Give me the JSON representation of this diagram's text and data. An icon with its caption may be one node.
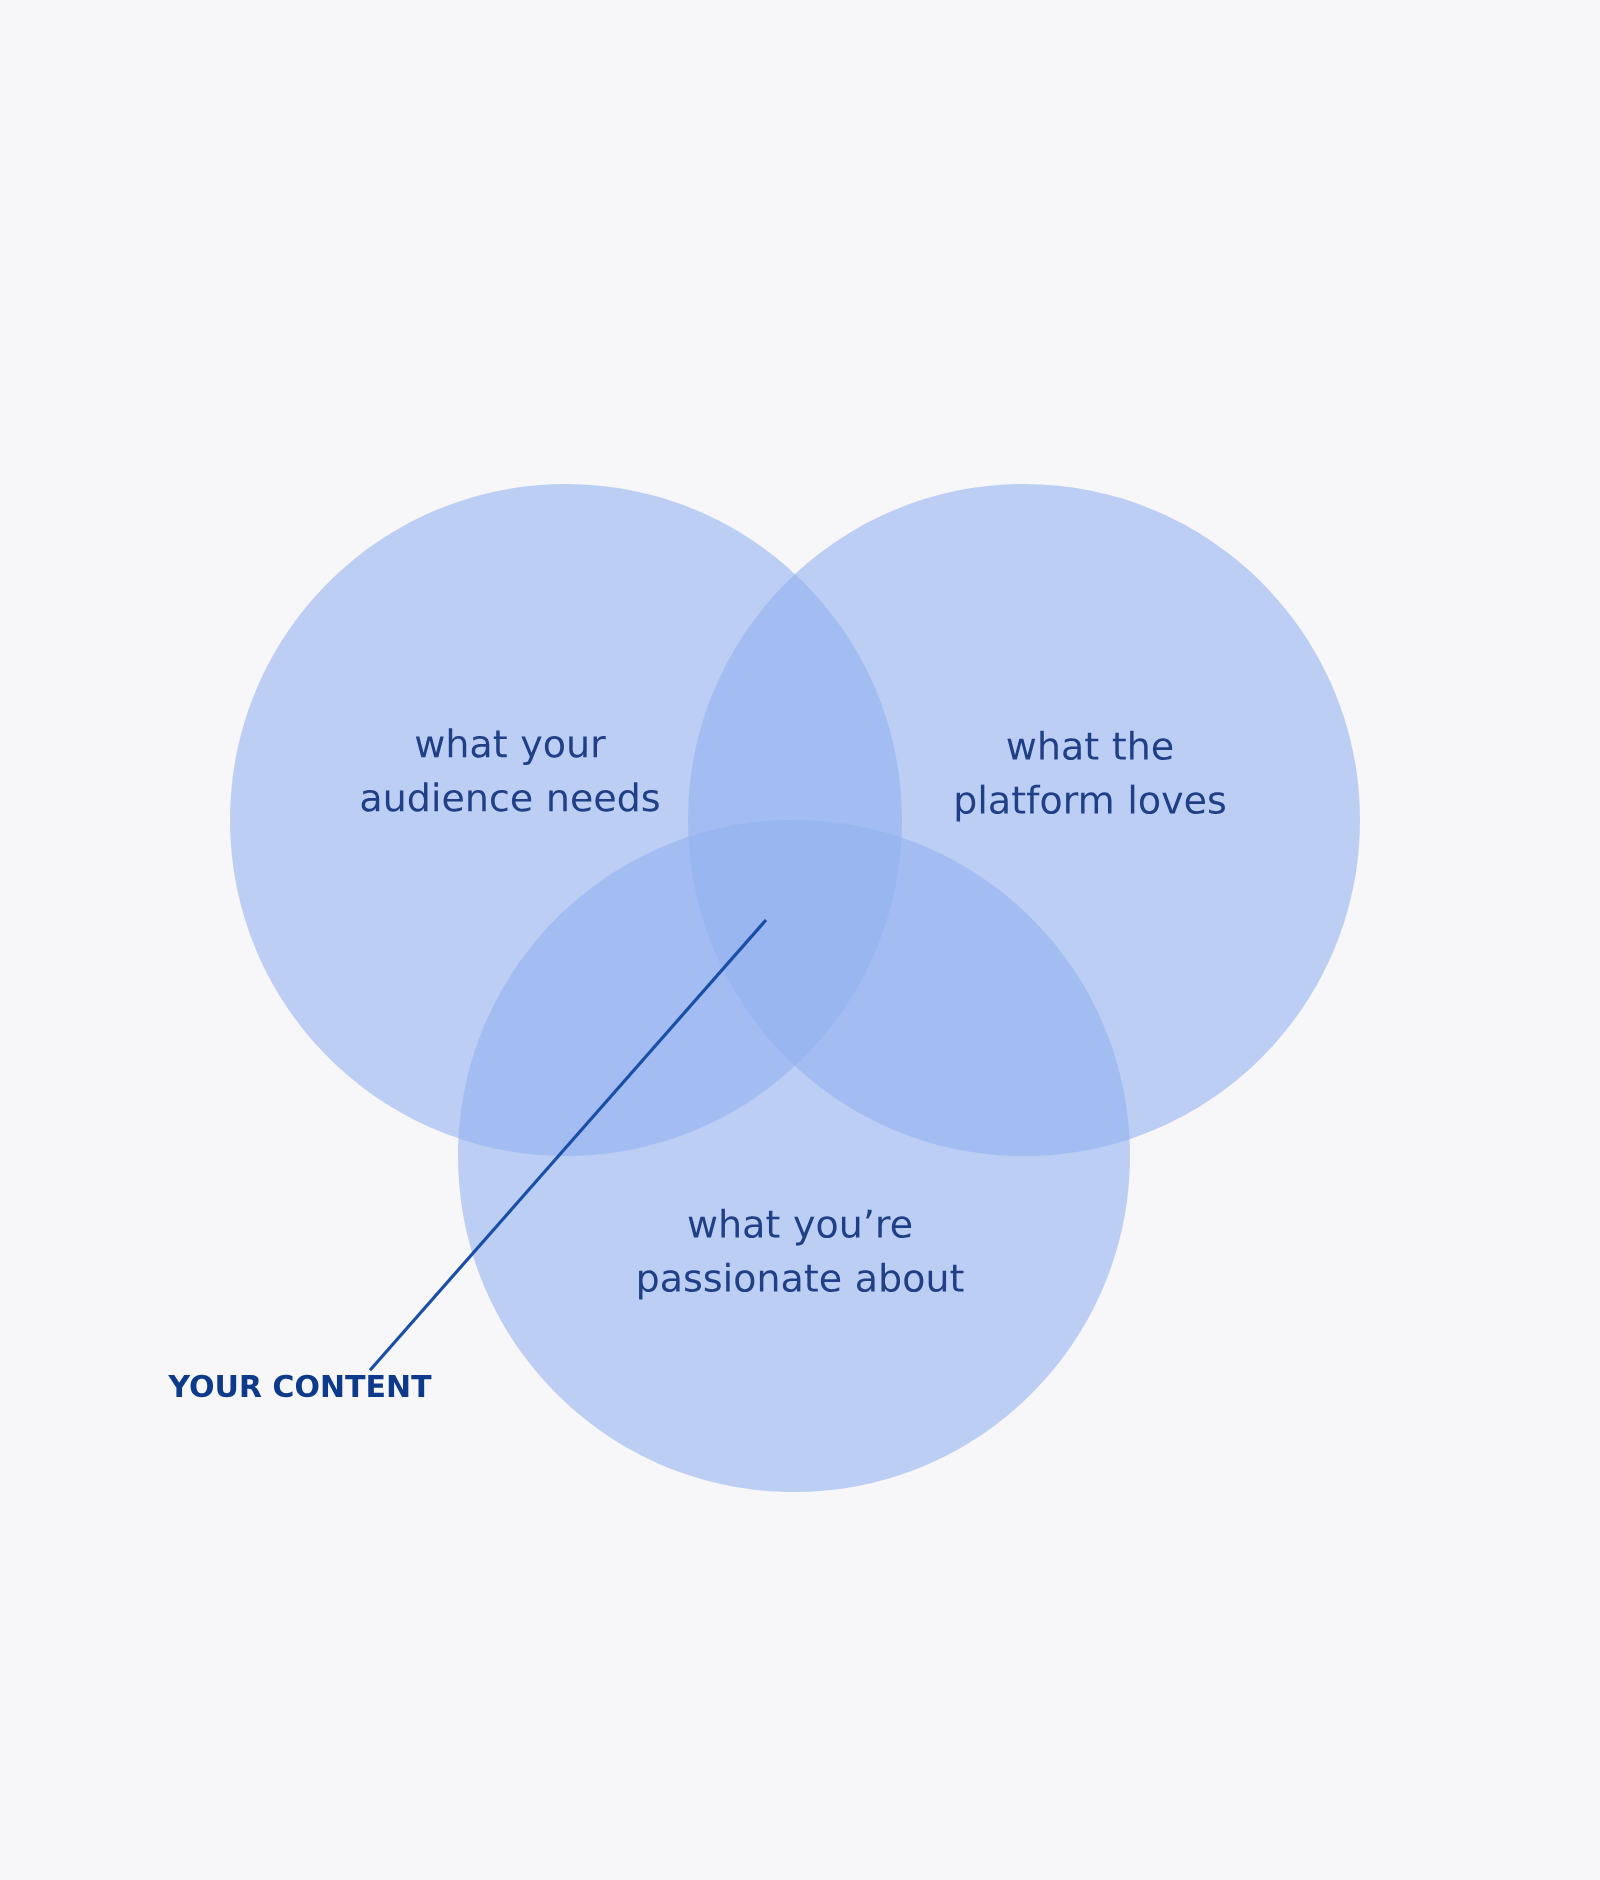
{
  "diagram": {
    "nodes": [
      {
        "text": [
          "what your audience needs"
        ]
      },
      {
        "text": [
          "what the platform loves"
        ]
      },
      {
        "text": [
          "what you’re passionate about"
        ]
      },
      {
        "text": [
          "YOUR CONTENT"
        ]
      }
    ],
    "edges": [
      {
        "from": 3,
        "to": 2,
        "arrow": "none"
      }
    ]
  }
}
